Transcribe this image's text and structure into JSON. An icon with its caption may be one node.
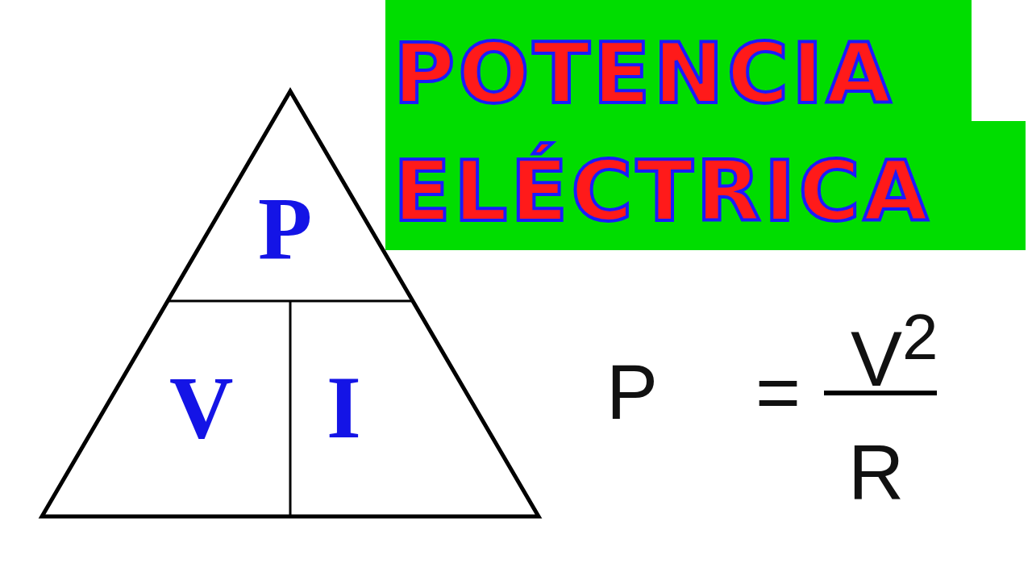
{
  "diagram": {
    "title": "POTENCIA ELÉCTRICA",
    "nodes": [
      {
        "text": [
          "P"
        ]
      },
      {
        "text": [
          "V"
        ]
      },
      {
        "text": [
          "I"
        ]
      }
    ],
    "labels": [
      "P =",
      "V$^{2}$",
      "R"
    ]
  }
}
